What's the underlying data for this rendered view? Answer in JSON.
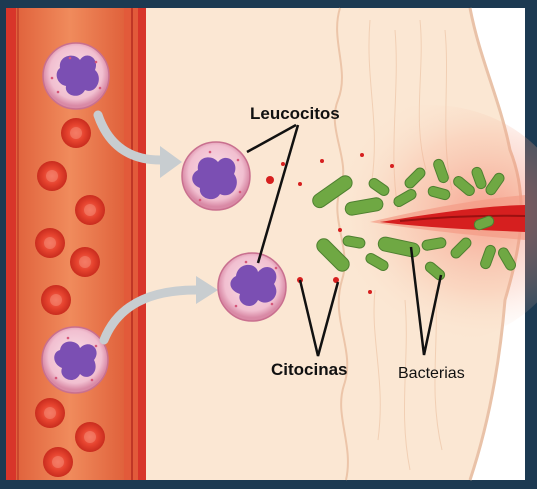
{
  "labels": {
    "leukocytes": "Leucocitos",
    "cytokines": "Citocinas",
    "bacteria": "Bacterias"
  },
  "colors": {
    "frame": "#1c3a52",
    "tissue": "#fbe7d3",
    "vessel_wall": "#d8352a",
    "vessel_lumen": "#e8754a",
    "red_cell": "#e63c2a",
    "leukocyte_body": "#f4c9d6",
    "nucleus": "#7b4fb3",
    "bacteria": "#6fa843",
    "wound": "#d61f1f",
    "arrow": "#c8cdd0"
  },
  "icons": {
    "leukocyte": "cell-icon",
    "bacterium": "rod-bacterium-icon",
    "cytokine": "dot-icon"
  }
}
